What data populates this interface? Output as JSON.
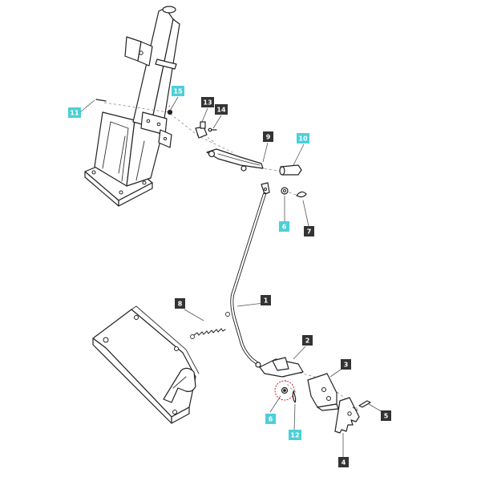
{
  "diagram": {
    "callouts": [
      {
        "id": "c1",
        "text": "1",
        "style": "dark"
      },
      {
        "id": "c2",
        "text": "2",
        "style": "dark"
      },
      {
        "id": "c3",
        "text": "3",
        "style": "dark"
      },
      {
        "id": "c4",
        "text": "4",
        "style": "dark"
      },
      {
        "id": "c5",
        "text": "5",
        "style": "dark"
      },
      {
        "id": "c6a",
        "text": "6",
        "style": "cyan"
      },
      {
        "id": "c6b",
        "text": "6",
        "style": "cyan"
      },
      {
        "id": "c7",
        "text": "7",
        "style": "dark"
      },
      {
        "id": "c8",
        "text": "8",
        "style": "dark"
      },
      {
        "id": "c9",
        "text": "9",
        "style": "dark"
      },
      {
        "id": "c10",
        "text": "10",
        "style": "cyan"
      },
      {
        "id": "c11",
        "text": "11",
        "style": "cyan"
      },
      {
        "id": "c12",
        "text": "12",
        "style": "cyan"
      },
      {
        "id": "c13",
        "text": "13",
        "style": "dark"
      },
      {
        "id": "c14",
        "text": "14",
        "style": "dark"
      },
      {
        "id": "c15",
        "text": "15",
        "style": "cyan"
      }
    ],
    "colors": {
      "dark_label": "#333333",
      "cyan_label": "#4ccfd8",
      "highlight_ring": "#d9232e",
      "line": "#222222"
    }
  }
}
